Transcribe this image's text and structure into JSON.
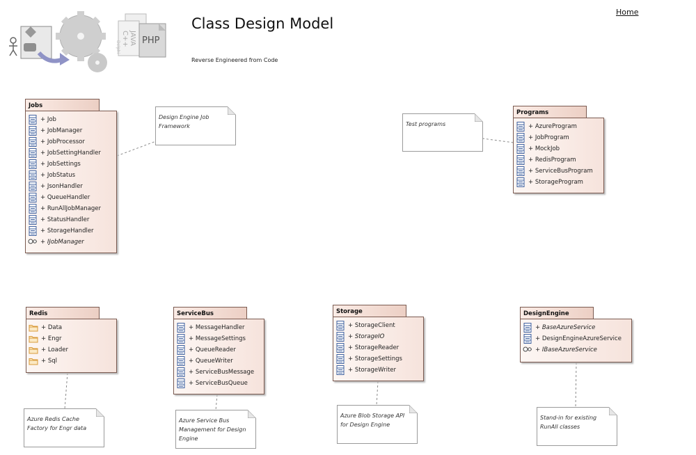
{
  "header": {
    "title": "Class Design Model",
    "subtitle": "Reverse Engineered from Code",
    "home_link": "Home",
    "logo_labels": {
      "php": "PHP",
      "java": "JAVA",
      "cpp": "C++",
      "delphi": "Delphi"
    }
  },
  "packages": {
    "jobs": {
      "name": "Jobs",
      "items": [
        {
          "label": "+ Job",
          "icon": "class-icon"
        },
        {
          "label": "+ JobManager",
          "icon": "class-icon"
        },
        {
          "label": "+ JobProcessor",
          "icon": "class-icon"
        },
        {
          "label": "+ JobSettingHandler",
          "icon": "class-icon"
        },
        {
          "label": "+ JobSettings",
          "icon": "class-icon"
        },
        {
          "label": "+ JobStatus",
          "icon": "class-icon"
        },
        {
          "label": "+ JsonHandler",
          "icon": "class-icon"
        },
        {
          "label": "+ QueueHandler",
          "icon": "class-icon"
        },
        {
          "label": "+ RunAllJobManager",
          "icon": "class-icon"
        },
        {
          "label": "+ StatusHandler",
          "icon": "class-icon"
        },
        {
          "label": "+ StorageHandler",
          "icon": "class-icon"
        },
        {
          "label": "+ IJobManager",
          "icon": "interface-icon"
        }
      ]
    },
    "programs": {
      "name": "Programs",
      "items": [
        {
          "label": "+ AzureProgram",
          "icon": "class-icon"
        },
        {
          "label": "+ JobProgram",
          "icon": "class-icon"
        },
        {
          "label": "+ MockJob",
          "icon": "class-icon"
        },
        {
          "label": "+ RedisProgram",
          "icon": "class-icon"
        },
        {
          "label": "+ ServiceBusProgram",
          "icon": "class-icon"
        },
        {
          "label": "+ StorageProgram",
          "icon": "class-icon"
        }
      ]
    },
    "redis": {
      "name": "Redis",
      "items": [
        {
          "label": "+ Data",
          "icon": "folder-icon"
        },
        {
          "label": "+ Engr",
          "icon": "folder-icon"
        },
        {
          "label": "+ Loader",
          "icon": "folder-icon"
        },
        {
          "label": "+ Sql",
          "icon": "folder-icon"
        }
      ]
    },
    "servicebus": {
      "name": "ServiceBus",
      "items": [
        {
          "label": "+ MessageHandler",
          "icon": "class-icon"
        },
        {
          "label": "+ MessageSettings",
          "icon": "class-icon"
        },
        {
          "label": "+ QueueReader",
          "icon": "class-icon"
        },
        {
          "label": "+ QueueWriter",
          "icon": "class-icon"
        },
        {
          "label": "+ ServiceBusMessage",
          "icon": "class-icon"
        },
        {
          "label": "+ ServiceBusQueue",
          "icon": "class-icon"
        }
      ]
    },
    "storage": {
      "name": "Storage",
      "items": [
        {
          "label": "+ StorageClient",
          "icon": "class-icon"
        },
        {
          "label": "+ StorageIO",
          "icon": "class-icon",
          "italic": true
        },
        {
          "label": "+ StorageReader",
          "icon": "class-icon"
        },
        {
          "label": "+ StorageSettings",
          "icon": "class-icon"
        },
        {
          "label": "+ StorageWriter",
          "icon": "class-icon"
        }
      ]
    },
    "designengine": {
      "name": "DesignEngine",
      "items": [
        {
          "label": "+ BaseAzureService",
          "icon": "class-icon",
          "italic": true
        },
        {
          "label": "+ DesignEngineAzureService",
          "icon": "class-icon"
        },
        {
          "label": "+ IBaseAzureService",
          "icon": "interface-icon"
        }
      ]
    }
  },
  "notes": {
    "jobs": "Design Engine Job Framework",
    "programs": "Test programs",
    "redis": "Azure Redis Cache Factory for Engr data",
    "servicebus": "Azure Service Bus Management for Design Engine",
    "storage": "Azure Blob Storage API for Design Engine",
    "designengine": "Stand-in for existing RunAll classes"
  },
  "colors": {
    "package_border": "#7a5a50",
    "package_fill_light": "#fdf6f3",
    "package_fill_dark": "#f6e3dc",
    "class_icon_blue": "#3d5f9e",
    "folder_icon": "#d89a3a",
    "note_border": "#9a9a9a"
  }
}
